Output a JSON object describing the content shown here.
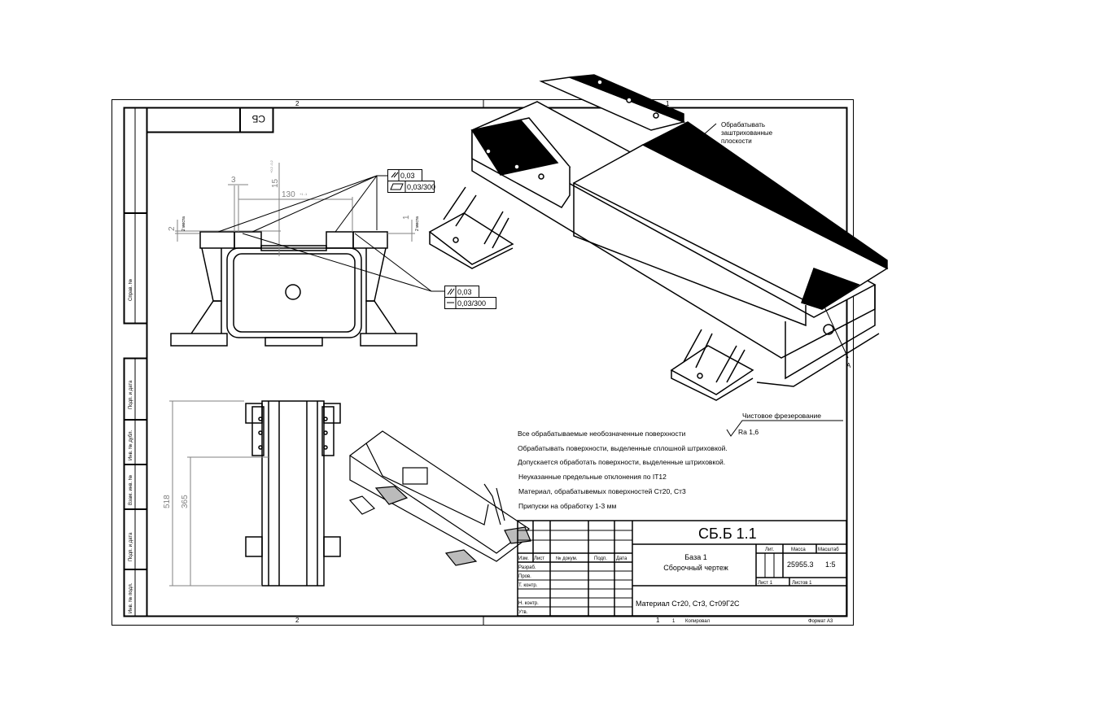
{
  "sheet": {
    "zone_top_left": "2",
    "zone_top_right": "1",
    "zone_bottom_left": "2",
    "zone_bottom_right": "1",
    "corner_code": "СБ",
    "side_strip": [
      "Справ. №",
      "Подп. и дата",
      "Инв. № дубл.",
      "Взам. инв. №",
      "Подп. и дата",
      "Инв. № подл."
    ]
  },
  "front_view": {
    "dims": {
      "d3": "3",
      "d15": "15",
      "d15_tol": "+0,2 -0,2",
      "d130": "130",
      "d130_tol": "+1 -1",
      "d2": "2",
      "d2_note": "2 места",
      "d1": "1",
      "d1_note": "2 места"
    },
    "tol_frame_top": {
      "row1": "0,03",
      "row2": "0,03/300"
    },
    "tol_frame_bottom": {
      "row1": "0,03",
      "row2": "0,03/300"
    }
  },
  "top_view": {
    "dim_518": "518",
    "dim_365": "365"
  },
  "iso_view": {
    "note": [
      "Обрабатывать",
      "заштрихованные",
      "плоскости"
    ],
    "section_mark": "A"
  },
  "notes": {
    "roughness_label": "Чистовое фрезерование",
    "roughness_value": "Ra 1,6",
    "lines": [
      "Все обрабатываемые необозначенные поверхности",
      "Обрабатывать поверхности, выделенные сплошной штриховкой.",
      "Допускается обработать поверхности, выделенные штриховкой.",
      "Неуказанные предельные отклонения  по IT12",
      "Материал, обрабатывемых поверхностей Ст20, Ст3",
      "Припуски на обработку 1-3 мм"
    ]
  },
  "title_block": {
    "designation": "СБ.Б 1.1",
    "name_line1": "База 1",
    "name_line2": "Сборочный чертеж",
    "material": "Материал Ст20, Ст3, Ст09Г2С",
    "lit_label": "Лит.",
    "mass_label": "Масса",
    "scale_label": "Масштаб",
    "mass": "25955.3",
    "scale": "1:5",
    "sheet": "Лист 1",
    "sheets": "Листов 1",
    "col_headers": [
      "Изм.",
      "Лист",
      "№ докум.",
      "Подп.",
      "Дата"
    ],
    "roles": [
      "Разраб.",
      "Пров.",
      "Т. контр.",
      "Н. контр.",
      "Утв."
    ],
    "copied": "Копировал",
    "copied_num": "1",
    "format": "Формат А3"
  }
}
